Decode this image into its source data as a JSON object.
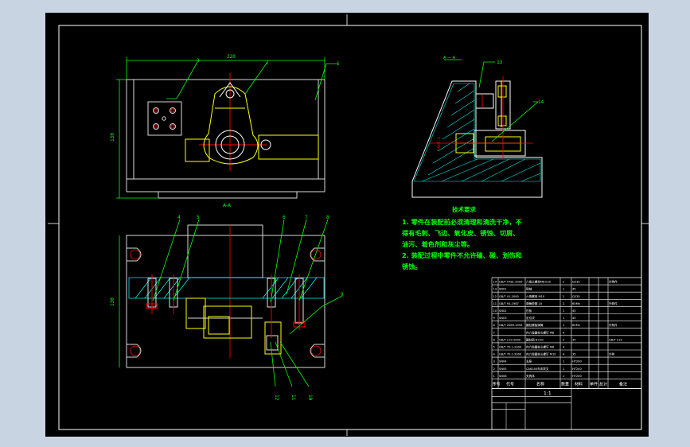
{
  "colors": {
    "frame_bg": "#c9d4e2",
    "paper": "#000000",
    "outline": "#ffffff",
    "part": "#d8d8d8",
    "yellow": "#ffff00",
    "green": "#00ff00",
    "red": "#ff0000",
    "cyan": "#00e5ff",
    "hatch": "#00ffff"
  },
  "front_view": {
    "width_dim": "220",
    "height_dim": "130",
    "section_label": "A-A",
    "callouts": [
      "3",
      "2",
      "1"
    ]
  },
  "side_view": {
    "section_title": "A — A",
    "callouts": [
      "13",
      "14"
    ],
    "dim": "14±0.1"
  },
  "top_view": {
    "height_dim": "130",
    "callouts": [
      "4",
      "5",
      "6",
      "7",
      "8",
      "9",
      "12",
      "11",
      "10"
    ]
  },
  "tech_requirements": {
    "title": "技术要求",
    "line1": "1. 零件在装配前必须清理和清洗干净，不",
    "line2": "得有毛刺、飞边、氧化皮、锈蚀、切屑、",
    "line3": "油污、着色剂和灰尘等。",
    "line4": "2. 装配过程中零件不允许磕、碰、划伤和",
    "line5": "锈蚀。"
  },
  "bom": {
    "rows": [
      {
        "no": "14",
        "code": "GB/T 5781-2000",
        "name": "六角头螺栓M8×20",
        "qty": "2",
        "mat": "Q235",
        "note": "外购件"
      },
      {
        "no": "13",
        "code": "SN01",
        "name": "销轴",
        "qty": "1",
        "mat": "45",
        "note": ""
      },
      {
        "no": "12",
        "code": "GB/T 41-2000",
        "name": "六角螺母 M10",
        "qty": "2",
        "mat": "Q235",
        "note": ""
      },
      {
        "no": "11",
        "code": "GB/T 93-1987",
        "name": "弹簧垫圈 10",
        "qty": "2",
        "mat": "65Mn",
        "note": "外购件"
      },
      {
        "no": "10",
        "code": "SN02",
        "name": "压板",
        "qty": "1",
        "mat": "45",
        "note": ""
      },
      {
        "no": "9",
        "code": "SN03",
        "name": "定位块",
        "qty": "1",
        "mat": "45",
        "note": ""
      },
      {
        "no": "8",
        "code": "GB/T 2089-1994",
        "name": "圆柱螺旋弹簧",
        "qty": "1",
        "mat": "65Mn",
        "note": "外购件"
      },
      {
        "no": "7",
        "code": "",
        "name": "内六角圆柱头螺钉 M8",
        "qty": "4",
        "mat": "",
        "note": ""
      },
      {
        "no": "6",
        "code": "GB/T 119-2000",
        "name": "圆柱销 8×30",
        "qty": "2",
        "mat": "35",
        "note": "GB/T 119"
      },
      {
        "no": "5",
        "code": "GB/T 70.1-2000",
        "name": "内六角圆柱头螺钉 M6",
        "qty": "4",
        "mat": "",
        "note": ""
      },
      {
        "no": "4",
        "code": "GB/T 70.1-2000",
        "name": "内六角圆柱头螺钉 M10",
        "qty": "4",
        "mat": "35",
        "note": "外购"
      },
      {
        "no": "3",
        "code": "SN04",
        "name": "支座",
        "qty": "1",
        "mat": "HT200",
        "note": ""
      },
      {
        "no": "2",
        "code": "SN05",
        "name": "CA6140车床拨叉",
        "qty": "1",
        "mat": "HT200",
        "note": ""
      },
      {
        "no": "1",
        "code": "SN06",
        "name": "夹具体",
        "qty": "1",
        "mat": "HT200",
        "note": ""
      }
    ],
    "header": {
      "no": "序号",
      "code": "代号",
      "name": "名称",
      "qty": "数量",
      "mat": "材料",
      "w1": "单件",
      "w2": "总计",
      "note": "备注"
    },
    "scale": "1:1"
  }
}
